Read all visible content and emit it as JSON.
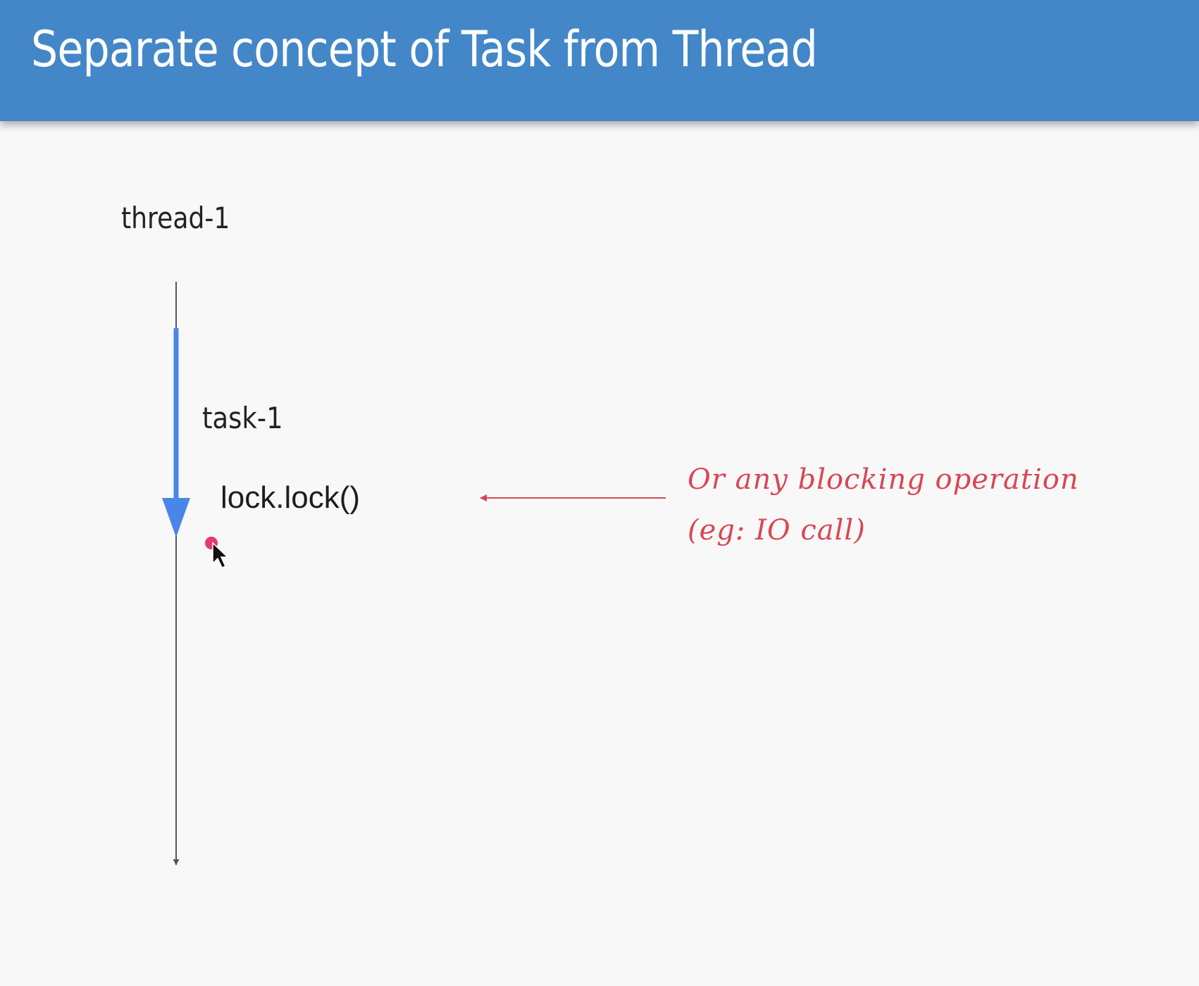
{
  "slide": {
    "title": "Separate concept of Task from Thread"
  },
  "diagram": {
    "thread_label": "thread-1",
    "task_label": "task-1",
    "operation_label": "lock.lock()",
    "annotation": {
      "line1": "Or any blocking operation",
      "line2": "(eg: IO call)"
    }
  },
  "colors": {
    "header": "#4387c8",
    "task_arrow": "#4a86e8",
    "annotation": "#d94654",
    "thread_line": "#555555",
    "cursor_highlight": "#e0245e"
  },
  "icons": {
    "cursor": "mouse-pointer-icon"
  }
}
